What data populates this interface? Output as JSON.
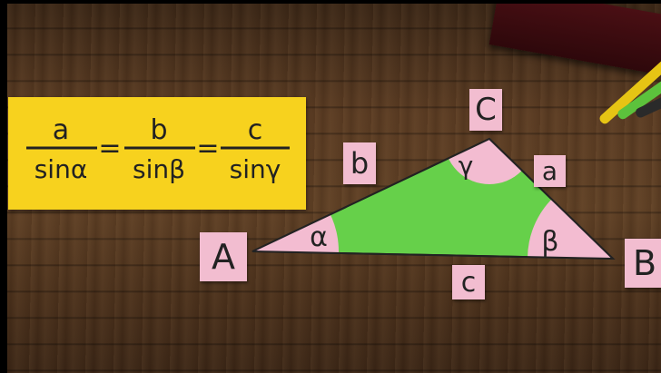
{
  "formula": {
    "terms": [
      {
        "numerator": "a",
        "denominator": "sinα"
      },
      {
        "numerator": "b",
        "denominator": "sinβ"
      },
      {
        "numerator": "c",
        "denominator": "sinγ"
      }
    ],
    "equals": "="
  },
  "vertices": {
    "A": "A",
    "B": "B",
    "C": "C"
  },
  "sides": {
    "a": "a",
    "b": "b",
    "c": "c"
  },
  "angles": {
    "alpha": "α",
    "beta": "β",
    "gamma": "γ"
  },
  "colors": {
    "triangle_fill": "#66d04a",
    "angle_fill": "#f3bcd1",
    "card_pink": "#f2bdd0",
    "formula_card": "#f7d21e",
    "wood": "#5a3b22"
  }
}
